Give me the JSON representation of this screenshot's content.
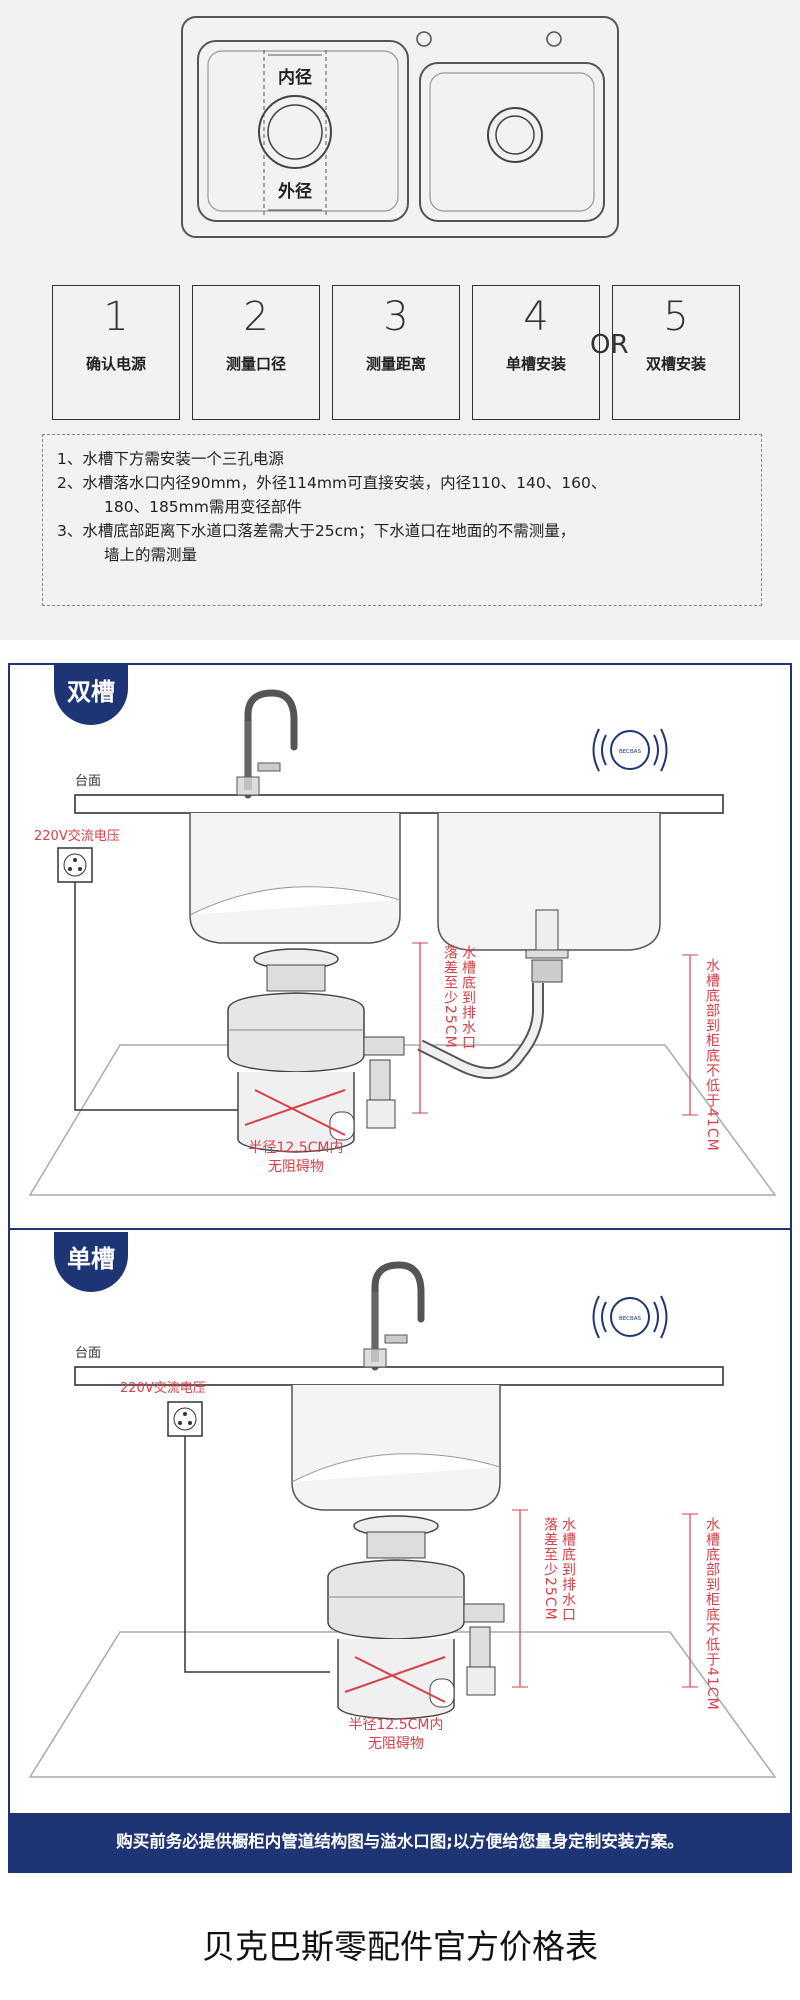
{
  "sink_labels": {
    "inner": "内径",
    "outer": "外径"
  },
  "steps": [
    {
      "num": "1",
      "label": "确认电源"
    },
    {
      "num": "2",
      "label": "测量口径"
    },
    {
      "num": "3",
      "label": "测量距离"
    },
    {
      "num": "4",
      "label": "单槽安装"
    },
    {
      "num": "5",
      "label": "双槽安装"
    }
  ],
  "or_text": "OR",
  "notes": [
    "1、水槽下方需安装一个三孔电源",
    "2、水槽落水口内径90mm，外径114mm可直接安装，内径110、140、160、",
    "180、185mm需用变径部件",
    "3、水槽底部距离下水道口落差需大于25cm；下水道口在地面的不需测量，",
    "墙上的需测量"
  ],
  "double": {
    "tag": "双槽",
    "countertop": "台面",
    "voltage": "220V交流电压",
    "brand": "BECBAS",
    "drop_a": "水槽底到排水口",
    "drop_b": "落差至少25CM",
    "cabinet": "水槽底部到柜底不低于41CM",
    "radius_1": "半径12.5CM内",
    "radius_2": "无阻碍物"
  },
  "single": {
    "tag": "单槽",
    "countertop": "台面",
    "voltage": "220V交流电压",
    "brand": "BECBAS",
    "drop_a": "水槽底到排水口",
    "drop_b": "落差至少25CM",
    "cabinet": "水槽底部到柜底不低于41CM",
    "radius_1": "半径12.5CM内",
    "radius_2": "无阻碍物"
  },
  "notice": "购买前务必提供橱柜内管道结构图与溢水口图;以方便给您量身定制安装方案。",
  "footer_title": "贝克巴斯零配件官方价格表",
  "colors": {
    "navy": "#1d3575",
    "red": "#d9404a",
    "line": "#333333"
  }
}
